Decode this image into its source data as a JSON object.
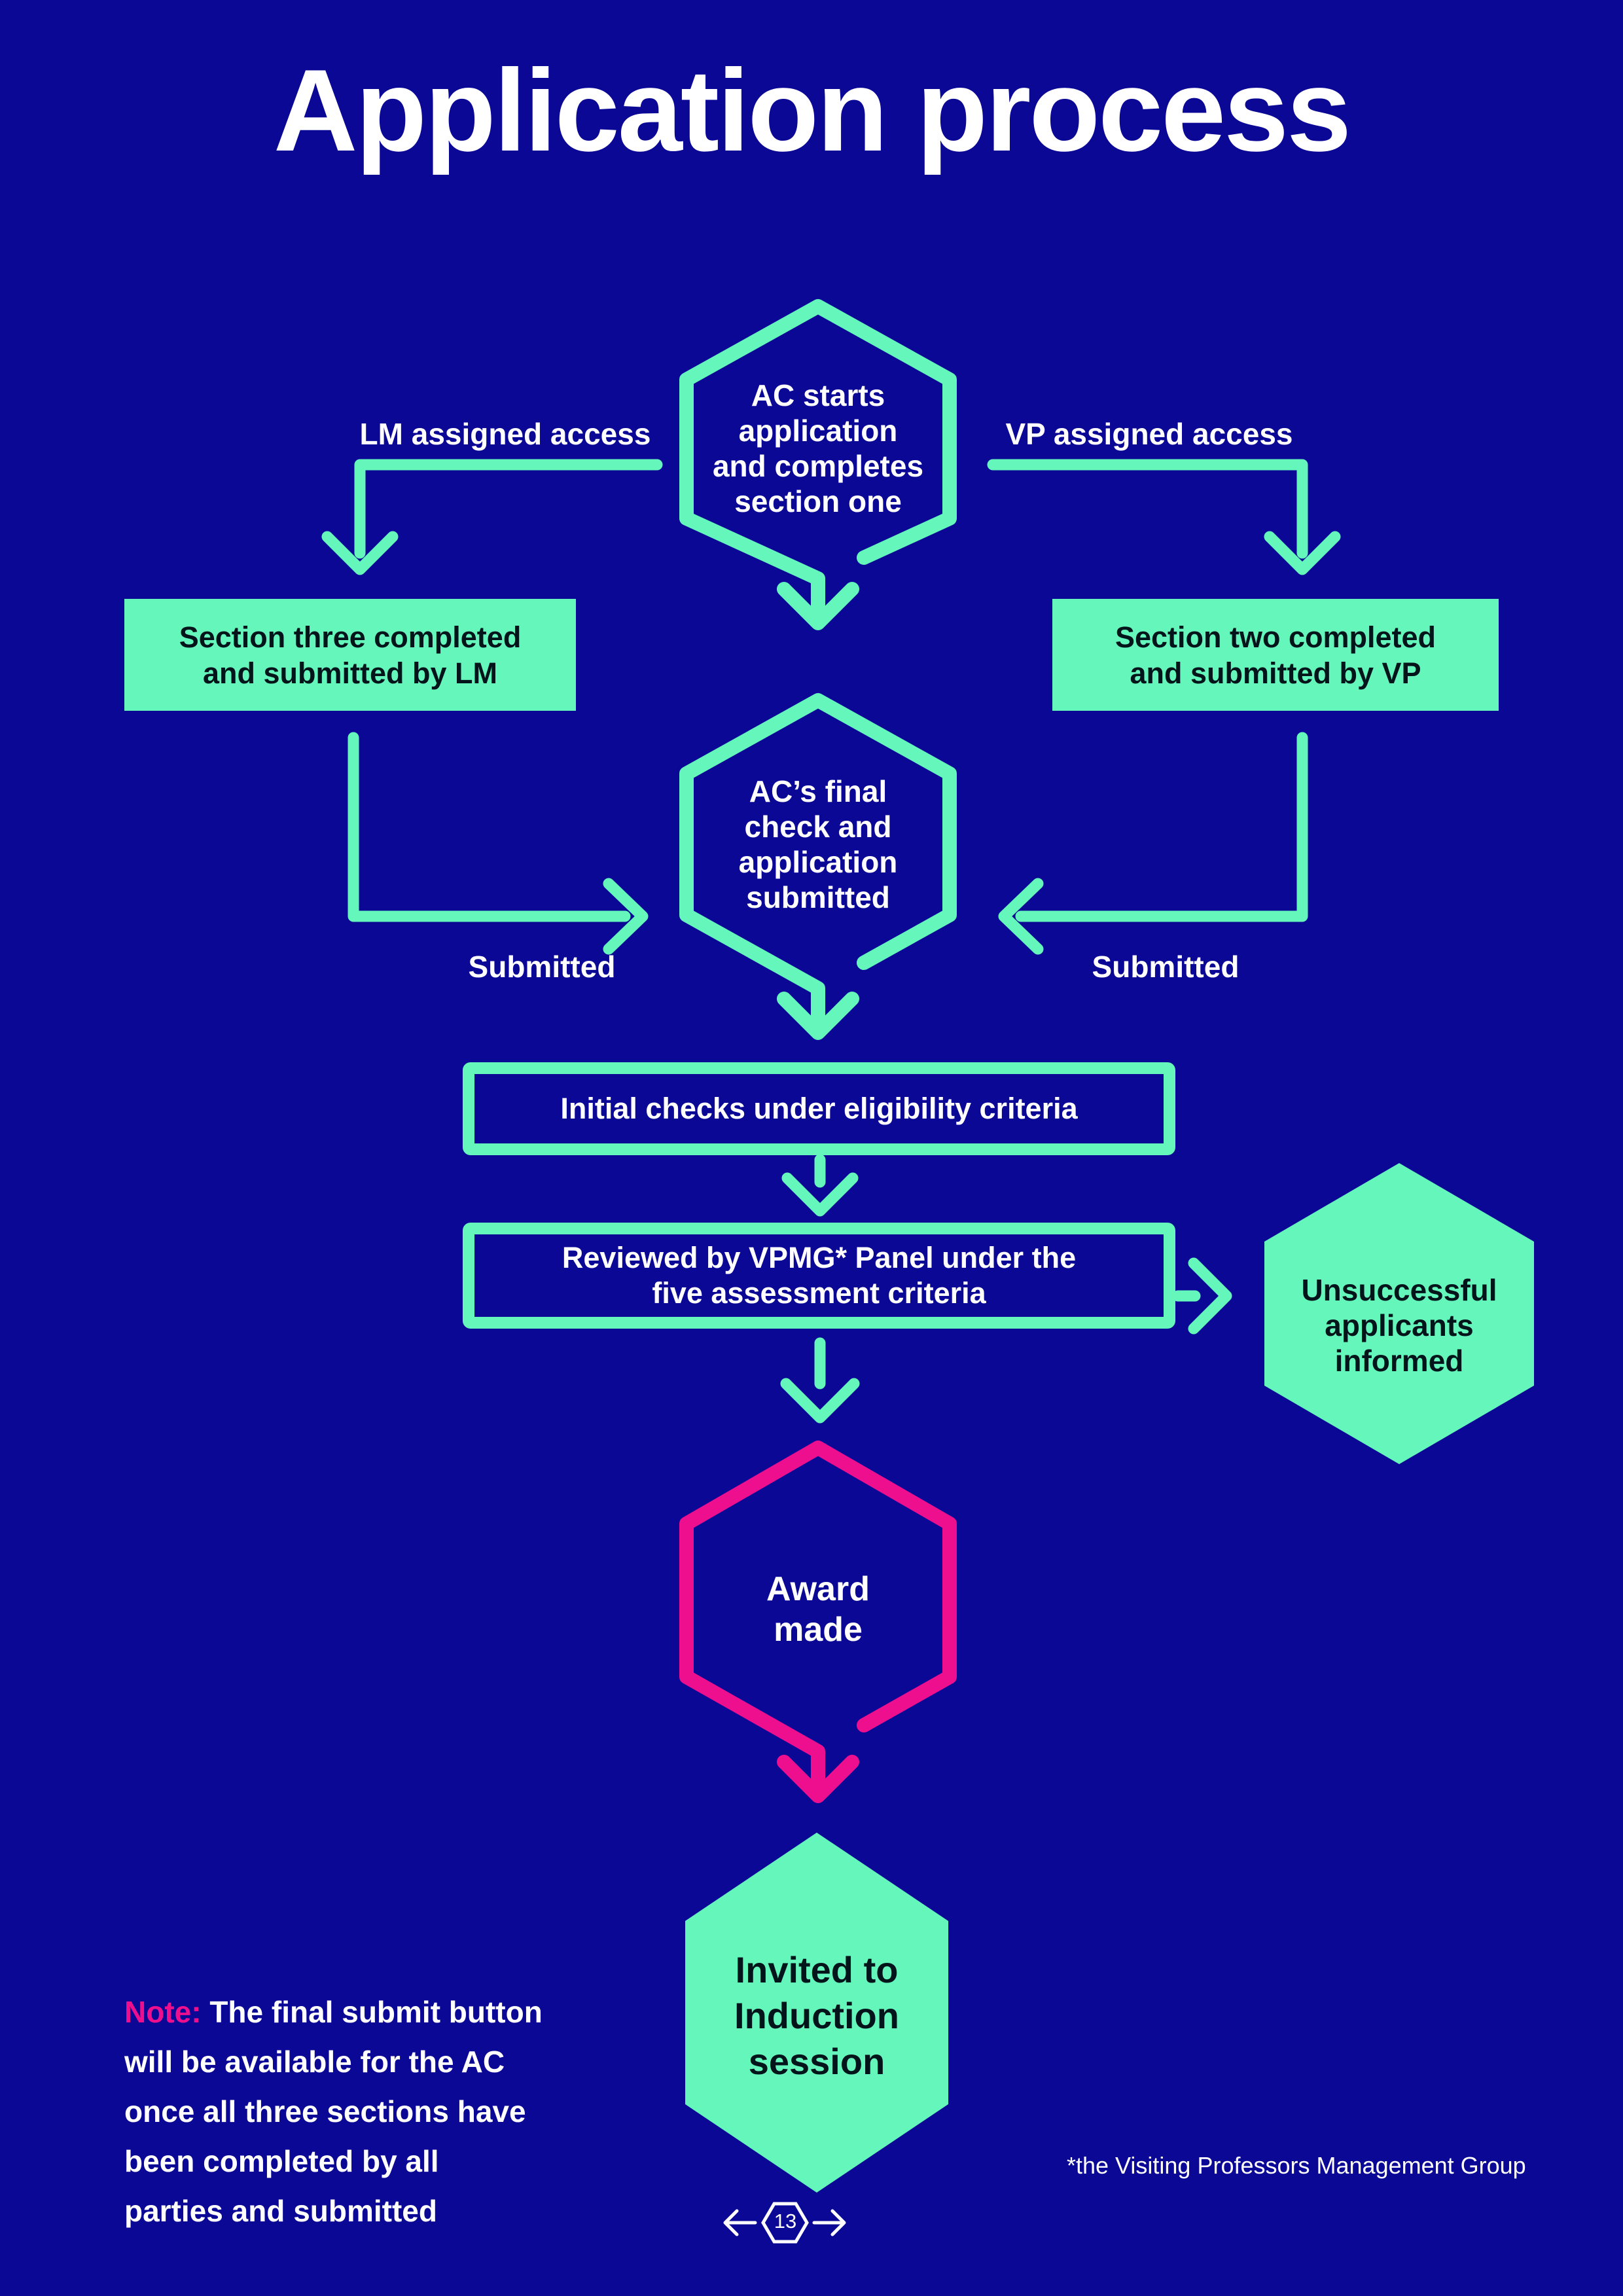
{
  "colors": {
    "background": "#0b0896",
    "accent_green": "#65f6bb",
    "accent_pink": "#ee0f8f",
    "text_light": "#ffffff",
    "text_dark": "#03141a"
  },
  "title": "Application process",
  "flowchart": {
    "start_hexagon": {
      "lines": [
        "AC starts",
        "application",
        "and completes",
        "section one"
      ]
    },
    "lm_access_label": "LM assigned access",
    "vp_access_label": "VP assigned access",
    "section_three_box": {
      "lines": [
        "Section three completed",
        "and submitted by LM"
      ]
    },
    "section_two_box": {
      "lines": [
        "Section two completed",
        "and submitted by VP"
      ]
    },
    "final_check_hexagon": {
      "lines": [
        "AC’s final",
        "check and",
        "application",
        "submitted"
      ]
    },
    "submitted_left_label": "Submitted",
    "submitted_right_label": "Submitted",
    "initial_checks_box": "Initial checks under eligibility criteria",
    "vpmg_review_box": {
      "lines": [
        "Reviewed by VPMG* Panel under the",
        "five assessment criteria"
      ]
    },
    "unsuccessful_hexagon": {
      "lines": [
        "Unsuccessful",
        "applicants",
        "informed"
      ]
    },
    "award_hexagon": {
      "lines": [
        "Award",
        "made"
      ]
    },
    "invited_hexagon": {
      "lines": [
        "Invited to",
        "Induction",
        "session"
      ]
    }
  },
  "note": {
    "label": "Note:",
    "text": "The final submit button will be available for the AC once all three sections have been completed by all parties and submitted"
  },
  "footnote": "*the Visiting Professors Management Group",
  "pagination": {
    "page_number": "13",
    "prev_icon": "arrow-left-icon",
    "next_icon": "arrow-right-icon"
  }
}
